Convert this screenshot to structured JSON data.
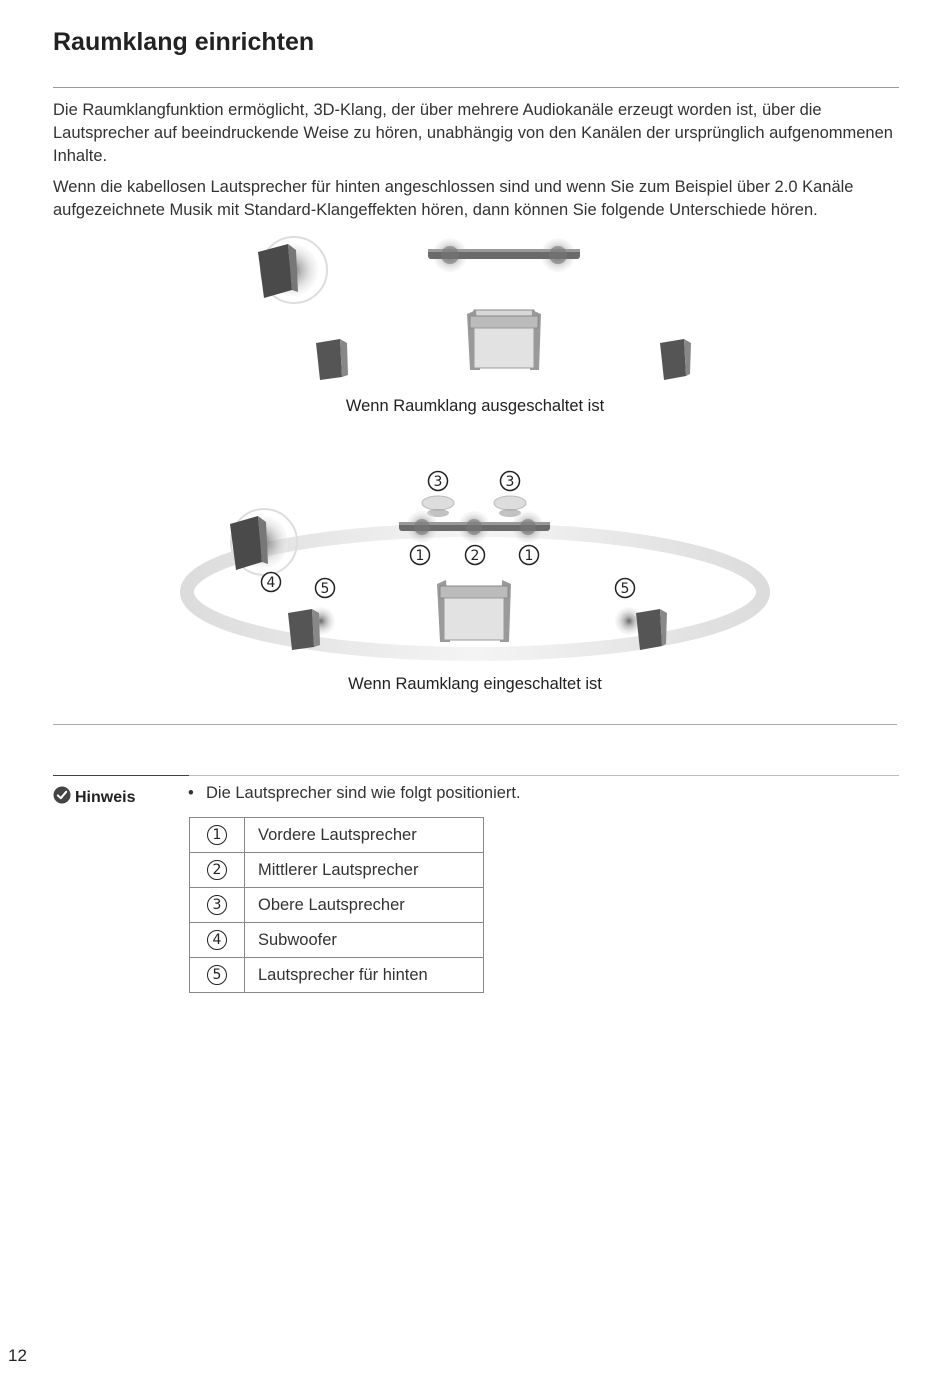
{
  "page": {
    "title": "Raumklang einrichten",
    "paragraphs": [
      "Die Raumklangfunktion ermöglicht, 3D-Klang, der über mehrere Audiokanäle erzeugt worden ist, über die Lautsprecher auf beeindruckende Weise zu hören, unabhängig von den Kanälen der ursprünglich aufgenommenen Inhalte.",
      "Wenn die kabellosen Lautsprecher für hinten angeschlossen sind und wenn Sie zum Beispiel über 2.0 Kanäle aufgezeichnete Musik mit Standard-Klangeffekten hören, dann können Sie folgende Unterschiede hören."
    ],
    "page_number": "12"
  },
  "figure": {
    "caption_off": "Wenn Raumklang ausgeschaltet ist",
    "caption_on": "Wenn Raumklang eingeschaltet ist",
    "markers": {
      "front": "1",
      "center": "2",
      "top": "3",
      "subwoofer": "4",
      "rear": "5"
    }
  },
  "note": {
    "label": "Hinweis",
    "bullet": "Die Lautsprecher sind wie folgt positioniert.",
    "legend": [
      {
        "num": "1",
        "label": "Vordere Lautsprecher"
      },
      {
        "num": "2",
        "label": "Mittlerer Lautsprecher"
      },
      {
        "num": "3",
        "label": "Obere Lautsprecher"
      },
      {
        "num": "4",
        "label": "Subwoofer"
      },
      {
        "num": "5",
        "label": "Lautsprecher für hinten"
      }
    ]
  },
  "colors": {
    "speaker_dark": "#4a4a4a",
    "speaker_light": "#8a8a8a",
    "ring": "#dcdcdc",
    "ellipse": "#e4e4e4"
  }
}
